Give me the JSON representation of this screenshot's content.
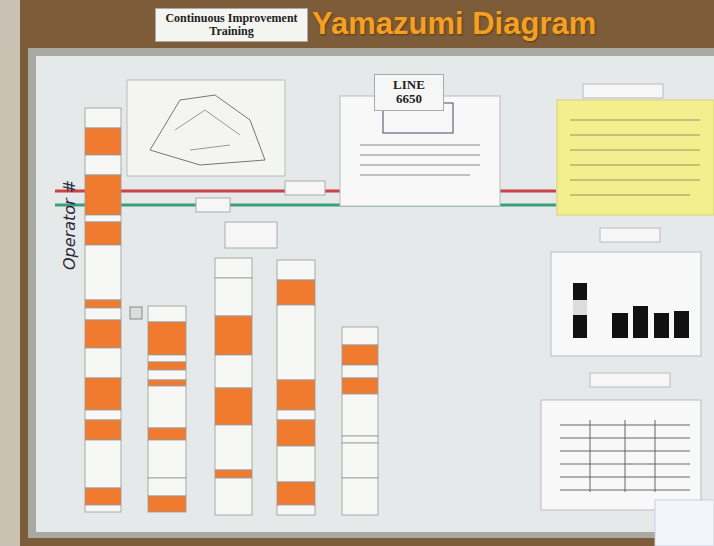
{
  "diagram": {
    "title": "Yamazumi Diagram",
    "nodes": [
      {
        "text": [
          "Continuous Improvement Training"
        ]
      },
      {
        "text": [
          "LINE 6650"
        ]
      }
    ],
    "labels": [
      "Operator #"
    ]
  }
}
